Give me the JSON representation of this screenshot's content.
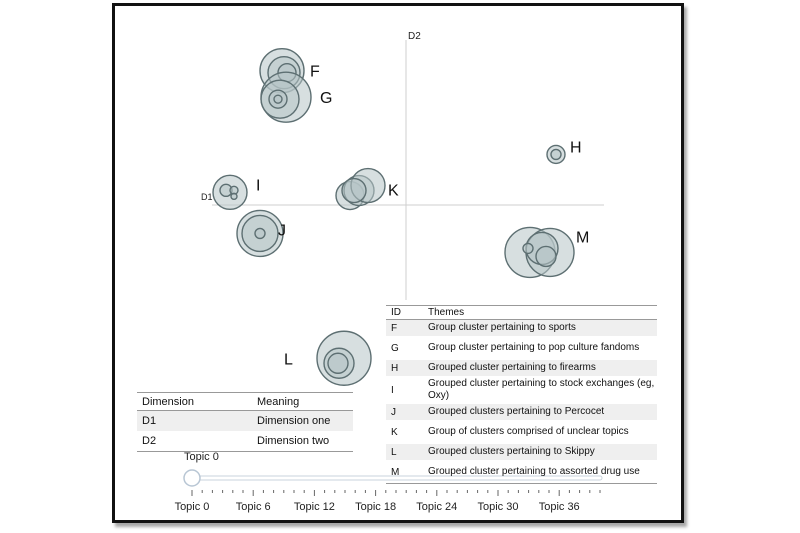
{
  "chart_data": {
    "type": "scatter",
    "axes": {
      "x_label": "D1",
      "y_label": "D2"
    },
    "clusters": [
      {
        "id": "F",
        "x": -0.62,
        "y": 0.85,
        "label": "F"
      },
      {
        "id": "G",
        "x": -0.62,
        "y": 0.67,
        "label": "G"
      },
      {
        "id": "H",
        "x": 0.75,
        "y": 0.32,
        "label": "H"
      },
      {
        "id": "I",
        "x": -0.88,
        "y": 0.08,
        "label": "I"
      },
      {
        "id": "J",
        "x": -0.73,
        "y": -0.18,
        "label": "J"
      },
      {
        "id": "K",
        "x": -0.25,
        "y": 0.06,
        "label": "K"
      },
      {
        "id": "L",
        "x": -0.32,
        "y": -0.97,
        "label": "L"
      },
      {
        "id": "M",
        "x": 0.66,
        "y": -0.3,
        "label": "M"
      }
    ]
  },
  "themes_table": {
    "header": {
      "id": "ID",
      "themes": "Themes"
    },
    "rows": [
      {
        "id": "F",
        "theme": "Group cluster pertaining to sports"
      },
      {
        "id": "G",
        "theme": "Group cluster pertaining to pop culture fandoms"
      },
      {
        "id": "H",
        "theme": "Grouped cluster pertaining to firearms"
      },
      {
        "id": "I",
        "theme": "Grouped cluster pertaining to stock exchanges (eg, Oxy)"
      },
      {
        "id": "J",
        "theme": "Grouped clusters pertaining to Percocet"
      },
      {
        "id": "K",
        "theme": "Group of clusters comprised of unclear topics"
      },
      {
        "id": "L",
        "theme": "Grouped clusters pertaining to Skippy"
      },
      {
        "id": "M",
        "theme": "Grouped cluster pertaining to assorted drug use"
      }
    ]
  },
  "dimension_table": {
    "header": {
      "dimension": "Dimension",
      "meaning": "Meaning"
    },
    "rows": [
      {
        "dimension": "D1",
        "meaning": "Dimension one"
      },
      {
        "dimension": "D2",
        "meaning": "Dimension two"
      }
    ]
  },
  "slider": {
    "label": "Topic 0",
    "value": 0,
    "min": 0,
    "max": 40,
    "ticks": [
      "Topic 0",
      "Topic 6",
      "Topic 12",
      "Topic 18",
      "Topic 24",
      "Topic 30",
      "Topic 36"
    ],
    "tick_values": [
      0,
      6,
      12,
      18,
      24,
      30,
      36
    ]
  },
  "colors": {
    "circle_fill": "#b7c4c6",
    "circle_stroke": "#5d6f72",
    "axis": "#cfcfcf"
  }
}
